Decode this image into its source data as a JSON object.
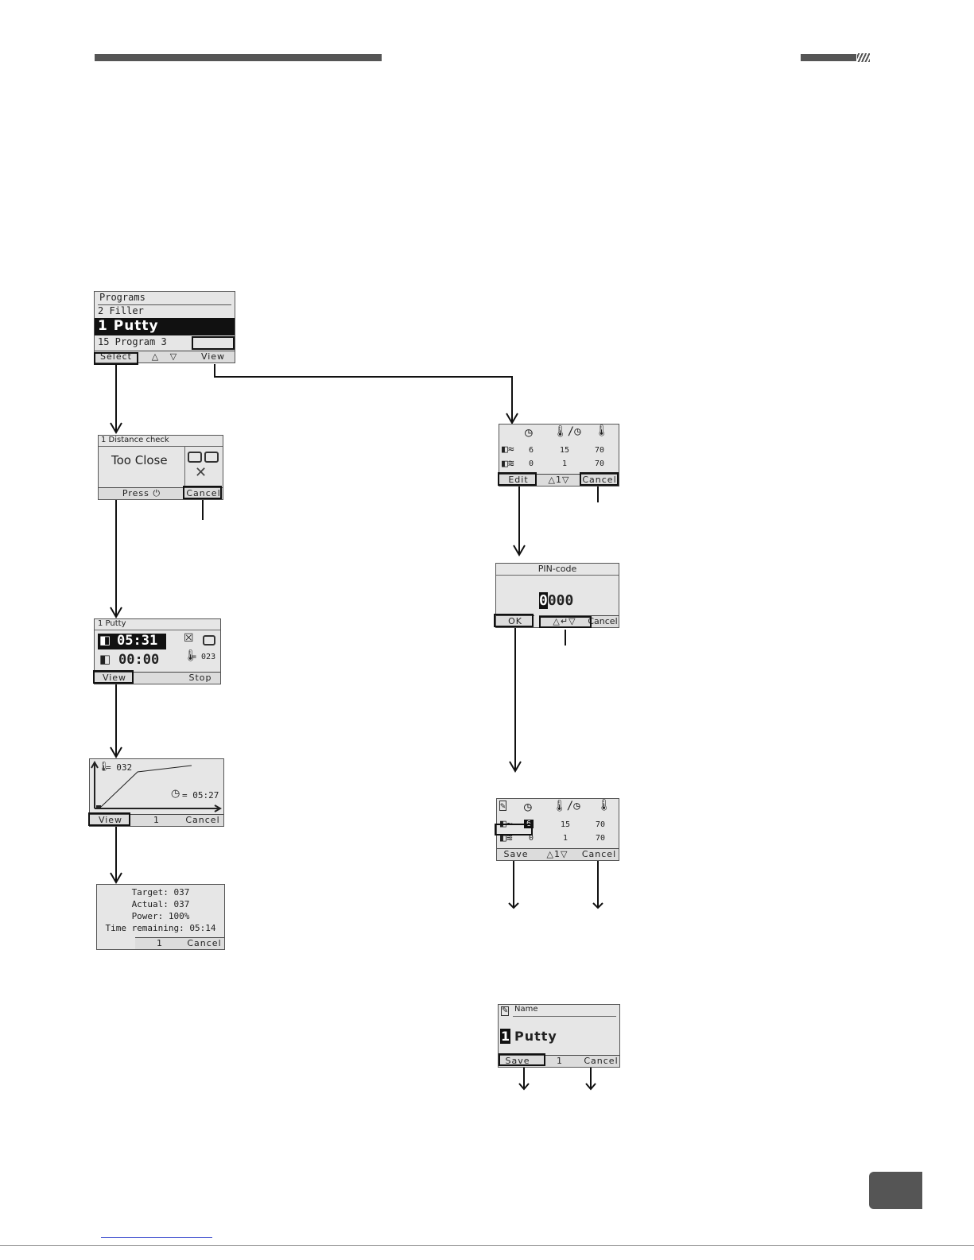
{
  "programs_screen": {
    "title": "Programs",
    "items": [
      "2 Filler",
      "1 Putty",
      "15 Program 3"
    ],
    "softkeys": {
      "left": "Select",
      "right": "View"
    }
  },
  "distance_screen": {
    "title": "1 Distance check",
    "message": "Too Close",
    "softkeys": {
      "left": "Press",
      "right": "Cancel"
    }
  },
  "running_screen": {
    "title": "1 Putty",
    "time_top": "05:31",
    "time_bottom": "00:00",
    "temp": "= 023",
    "softkeys": {
      "left": "View",
      "right": "Stop"
    }
  },
  "graph_screen": {
    "temp": "= 032",
    "time": "= 05:27",
    "softkeys": {
      "left": "View",
      "center": "1",
      "right": "Cancel"
    }
  },
  "status_screen": {
    "lines": [
      "Target: 037",
      "Actual: 037",
      "Power: 100%",
      "Time remaining: 05:14"
    ],
    "softkeys": {
      "center": "1",
      "right": "Cancel"
    }
  },
  "view_screen": {
    "rows": [
      [
        "6",
        "15",
        "70"
      ],
      [
        "0",
        "1",
        "70"
      ]
    ],
    "softkeys": {
      "left": "Edit",
      "center": "1",
      "right": "Cancel"
    }
  },
  "pin_screen": {
    "title": "PIN-code",
    "first_digit": "0",
    "rest_digits": "000",
    "softkeys": {
      "left": "OK",
      "right": "Cancel"
    }
  },
  "edit_screen": {
    "selected": "6",
    "rows": [
      [
        "15",
        "70"
      ],
      [
        "0",
        "1",
        "70"
      ]
    ],
    "softkeys": {
      "left": "Save",
      "center": "1",
      "right": "Cancel"
    }
  },
  "name_screen": {
    "title": "Name",
    "first_char": "1",
    "name": "Putty",
    "softkeys": {
      "left": "Save",
      "center": "1",
      "right": "Cancel"
    }
  }
}
